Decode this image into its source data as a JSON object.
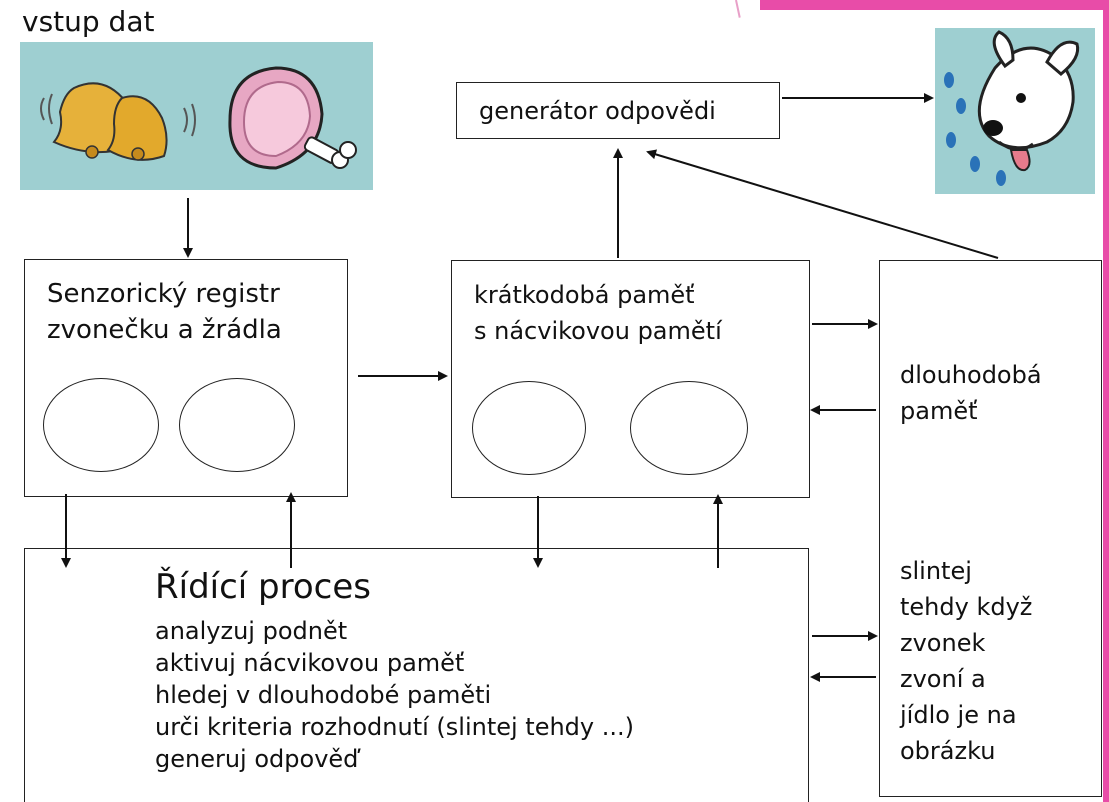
{
  "input_label": "vstup dat",
  "response_generator": "generátor odpovědi",
  "sensory_register": {
    "title": "Senzorický registr\nzvonečku a žrádla"
  },
  "short_term_memory": {
    "title": "krátkodobá paměť\ns nácvikovou pamětí"
  },
  "long_term_memory": {
    "title": "dlouhodobá\npaměť",
    "rule": "slintej\ntehdy když\nzvonek\nzvoní a\njídlo je na\nobrázku"
  },
  "control_process": {
    "title": "Řídící proces",
    "steps": [
      "analyzuj podnět",
      "aktivuj nácvikovou paměť",
      "hledej v dlouhodobé paměti",
      "urči kriteria rozhodnutí (slintej tehdy ...)",
      "generuj odpověď"
    ]
  },
  "icons": [
    "bells-icon",
    "ham-icon",
    "dog-icon"
  ],
  "colors": {
    "panel": "#9ecfd1",
    "accent": "#e84ca8",
    "line": "#222222"
  }
}
